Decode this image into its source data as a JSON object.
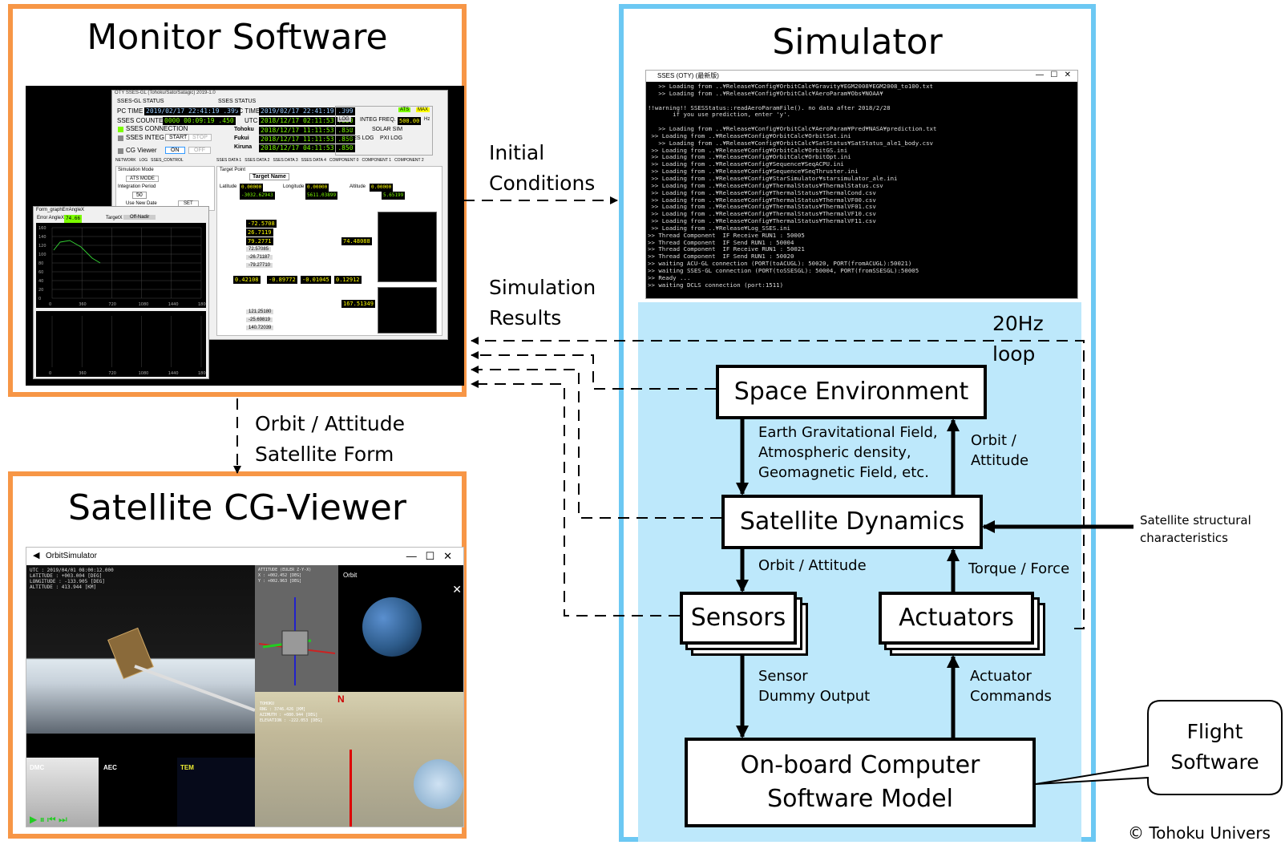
{
  "monitor": {
    "title": "Monitor Software"
  },
  "simulator": {
    "title": "Simulator",
    "loop_label": "20Hz loop"
  },
  "cgviewer": {
    "title": "Satellite CG-Viewer",
    "window_title": "OrbitSimulator"
  },
  "flows": {
    "initial_conditions": "Initial\nConditions",
    "simulation_results": "Simulation\nResults",
    "orbit_attitude_form": "Orbit / Attitude\nSatellite Form"
  },
  "blocks": {
    "space_env": "Space Environment",
    "sat_dyn": "Satellite Dynamics",
    "sensors": "Sensors",
    "actuators": "Actuators",
    "obc": "On-board Computer\nSoftware Model"
  },
  "edge_labels": {
    "env_to_dyn": "Earth Gravitational Field,\nAtmospheric density,\nGeomagnetic Field, etc.",
    "dyn_to_env": "Orbit /\nAttitude",
    "dyn_to_sensors": "Orbit / Attitude",
    "act_to_dyn": "Torque / Force",
    "sensors_to_obc": "Sensor\nDummy Output",
    "obc_to_act": "Actuator\nCommands",
    "structural": "Satellite structural\ncharacteristics"
  },
  "callout": {
    "text": "Flight\nSoftware"
  },
  "copyright": "© Tohoku Univers",
  "console": {
    "window_title": "SSES (OTY) (最新版)",
    "lines": [
      "   >> Loading from ..¥Release¥Config¥OrbitCalc¥Gravity¥EGM2008¥EGM2008_to100.txt",
      "   >> Loading from ..¥Release¥Config¥OrbitCalc¥AeroParam¥Obs¥NOAA¥",
      "",
      "!!warning!! SSESStatus::readAeroParamFile(). no data after 2018/2/28",
      "       if you use prediction, enter 'y'.",
      "",
      "   >> Loading from ..¥Release¥Config¥OrbitCalc¥AeroParam¥Pred¥NASA¥prediction.txt",
      " >> Loading from ..¥Release¥Config¥OrbitCalc¥OrbitSat.ini",
      "   >> Loading from ..¥Release¥Config¥OrbitCalc¥SatStatus¥SatStatus_ale1_body.csv",
      " >> Loading from ..¥Release¥Config¥OrbitCalc¥OrbitGS.ini",
      " >> Loading from ..¥Release¥Config¥OrbitCalc¥OrbitOpt.ini",
      " >> Loading from ..¥Release¥Config¥Sequence¥SeqACPU.ini",
      " >> Loading from ..¥Release¥Config¥Sequence¥SeqThruster.ini",
      " >> Loading from ..¥Release¥Config¥StarSimulator¥starsimulator_ale.ini",
      " >> Loading from ..¥Release¥Config¥ThermalStatus¥ThermalStatus.csv",
      " >> Loading from ..¥Release¥Config¥ThermalStatus¥ThermalCond.csv",
      " >> Loading from ..¥Release¥Config¥ThermalStatus¥ThermalVF00.csv",
      " >> Loading from ..¥Release¥Config¥ThermalStatus¥ThermalVF01.csv",
      " >> Loading from ..¥Release¥Config¥ThermalStatus¥ThermalVF10.csv",
      " >> Loading from ..¥Release¥Config¥ThermalStatus¥ThermalVF11.csv",
      " >> Loading from ..¥Release¥Log_SSES.ini",
      ">> Thread Component  IF Receive RUN1 : 50005",
      ">> Thread Component  IF Send RUN1 : 50004",
      ">> Thread Component  IF Receive RUN1 : 50021",
      ">> Thread Component  IF Send RUN1 : 50020",
      ">> waiting ACU-GL connection (PORT(toACUGL): 50020, PORT(fromACUGL):50021)",
      ">> waiting SSES-GL connection (PORT(toSSESGL): 50004, PORT(fromSSESGL):50005",
      ">> Ready ...",
      ">> waiting DCLS connection (port:1511)"
    ]
  },
  "monitor_ui": {
    "window_title": "OTY SSES-GL (Tohoku/Sato/Satagic) 2019-1.0",
    "status_left": "SSES-GL STATUS",
    "status_right": "SSES STATUS",
    "pc_time_label": "PC TIME",
    "pc_time_left": "2019/02/17 22:41:19 .399",
    "pc_time_right": "2019/02/17 22:41:19 .399",
    "sses_counter_label": "SSES COUNTER",
    "sses_counter": "0000 00:09:19 .450",
    "utc_label": "UTC",
    "utc": "2018/12/17 02:11:53 .850",
    "stations": [
      {
        "name": "Tohoku",
        "time": "2018/12/17 11:11:53 .850"
      },
      {
        "name": "Fukui",
        "time": "2018/12/17 11:11:53 .850"
      },
      {
        "name": "Kiruna",
        "time": "2018/12/17 04:11:53 .850"
      }
    ],
    "sses_connection": "SSES CONNECTION",
    "sses_integ": "SSES INTEG",
    "start": "START",
    "stop": "STOP",
    "cg_viewer": "CG Viewer",
    "on": "ON",
    "off": "OFF",
    "oty": "OTY",
    "integ_freq_label": "INTEG FREQ.",
    "integ_freq": "500.00",
    "hz": "Hz",
    "pxi": "PXI",
    "solar_sim": "SOLAR SIM",
    "sses_log": "SSES LOG",
    "pxi_log": "PXI LOG",
    "log": "LOG",
    "ats": "ATS",
    "max": "MAX",
    "tabs_left": [
      "NETWORK",
      "LOG",
      "SSES_CONTROL"
    ],
    "tabs_right": [
      "SSES DATA 1",
      "SSES DATA 2",
      "SSES DATA 3",
      "SSES DATA 4",
      "COMPONENT 0",
      "COMPONENT 1",
      "COMPONENT 2"
    ],
    "sim_mode": "Simulation Mode",
    "ats_mode": "ATS MODE",
    "integ_period": "Integration Period",
    "integ_period_val": "50",
    "use_new_date": "Use New Date",
    "set": "SET",
    "target_point": "Target Point",
    "target_name": "Target Name",
    "latitude": "Latitude",
    "longitude": "Longitude",
    "altitude": "Altitude",
    "zero": "0.00000",
    "ecix": "-3032.62943",
    "eciy": "5611.03899",
    "eciz": "5.65199",
    "graph_title": "Form_graphErrAngleX",
    "error_angle_x": "Error AngleX",
    "error_val": "74.66",
    "target_x": "TargetX",
    "off_nadir": "Off-Nadir",
    "euler_x": "-72.5708",
    "euler_y": "26.7119",
    "euler_z": "79.2771",
    "angle_err": "74.48088",
    "roll_err": "72.57085",
    "pitch_err": "-26.71187",
    "yaw_err": "-79.27710",
    "q1": "0.42108",
    "q2": "-0.89772",
    "q3": "-0.01045",
    "q4": "0.12912",
    "angle_err2": "167.51349",
    "roll_err2": "121.25180",
    "pitch_err2": "-25.69819",
    "yaw_err2": "140.72039",
    "y_ticks": [
      "160",
      "140",
      "120",
      "100",
      "80",
      "60",
      "40",
      "20",
      "0"
    ],
    "x_ticks": [
      "0",
      "360",
      "720",
      "1080",
      "1440",
      "1800"
    ]
  },
  "cg_ui": {
    "utc": "UTC      : 2019/04/01 08:00:12.000",
    "lat": "LATITUDE  : +003.004 [DEG]",
    "lon": "LONGITUDE : -133.905 [DEG]",
    "alt": "ALTITUDE  :  413.944 [KM]",
    "attitude": "ATTITUDE (EULER Z-Y-X)",
    "att_x": "X : +002.452 [DEG]",
    "att_y": "Y : +002.963 [DEG]",
    "orbit": "Orbit",
    "tohoku": "TOHOKU",
    "rng": "RNG       : 3746.426 [KM]",
    "az": "AZIMUTH   : +080.944 [DEG]",
    "el": "ELEVATION : -222.053 [DEG]",
    "north": "N",
    "dmc": "DMC",
    "aec": "AEC",
    "tem": "TEM"
  }
}
